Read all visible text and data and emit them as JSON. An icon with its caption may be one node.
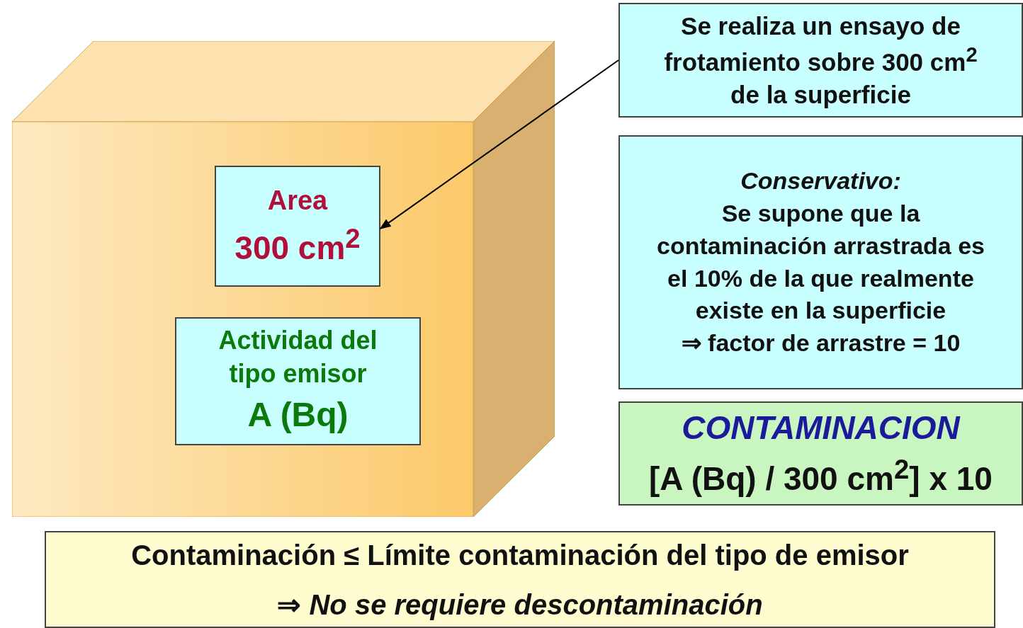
{
  "diagram": {
    "nodes": [
      {
        "text": [],
        "shape": "box"
      },
      {
        "text": [
          "Area",
          "300 cm$^{2}$"
        ],
        "in": 0
      },
      {
        "text": [
          "Actividad del tipo emisor",
          "A (Bq)"
        ],
        "in": 0
      },
      {
        "text": [
          "Se realiza un ensayo de frotamiento sobre 300 cm$^{2}$ de la superficie"
        ]
      },
      {
        "text": [
          "Conservativo:",
          "Se supone que la contaminación arrastrada es el 10% de la que realmente existe en la superficie",
          "⇒ factor de arrastre = 10"
        ]
      },
      {
        "text": [
          "CONTAMINACION",
          "[A (Bq) / 300 cm$^{2}$] x 10"
        ]
      },
      {
        "text": [
          "Contaminación ≤ Límite contaminación del tipo de emisor",
          "⇒ *No se requiere descontaminación*"
        ]
      }
    ],
    "edges": [
      {
        "from": 3,
        "to": 1,
        "arrow": "to"
      }
    ]
  }
}
